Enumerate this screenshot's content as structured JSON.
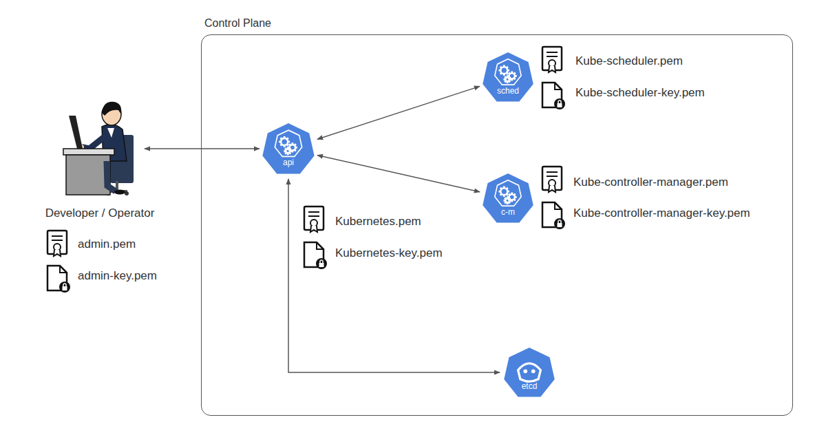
{
  "diagram": {
    "nodes": [
      {
        "text": [
          "Control Plane"
        ]
      },
      {
        "text": [
          "Developer / Operator"
        ]
      },
      {
        "text": [
          "api"
        ],
        "in": 0
      },
      {
        "text": [
          "sched"
        ],
        "in": 0
      },
      {
        "text": [
          "c-m"
        ],
        "in": 0
      },
      {
        "text": [
          "etcd"
        ],
        "in": 0
      }
    ],
    "edges": [
      {
        "from": 1,
        "to": 2,
        "arrow": "both"
      },
      {
        "from": 2,
        "to": 3,
        "arrow": "both"
      },
      {
        "from": 2,
        "to": 4,
        "arrow": "both"
      },
      {
        "from": 2,
        "to": 5,
        "arrow": "both"
      }
    ],
    "labels": [
      "Kube-scheduler.pem",
      "Kube-scheduler-key.pem",
      "Kube-controller-manager.pem",
      "Kube-controller-manager-key.pem",
      "Kubernetes.pem",
      "Kubernetes-key.pem",
      "admin.pem",
      "admin-key.pem"
    ]
  }
}
